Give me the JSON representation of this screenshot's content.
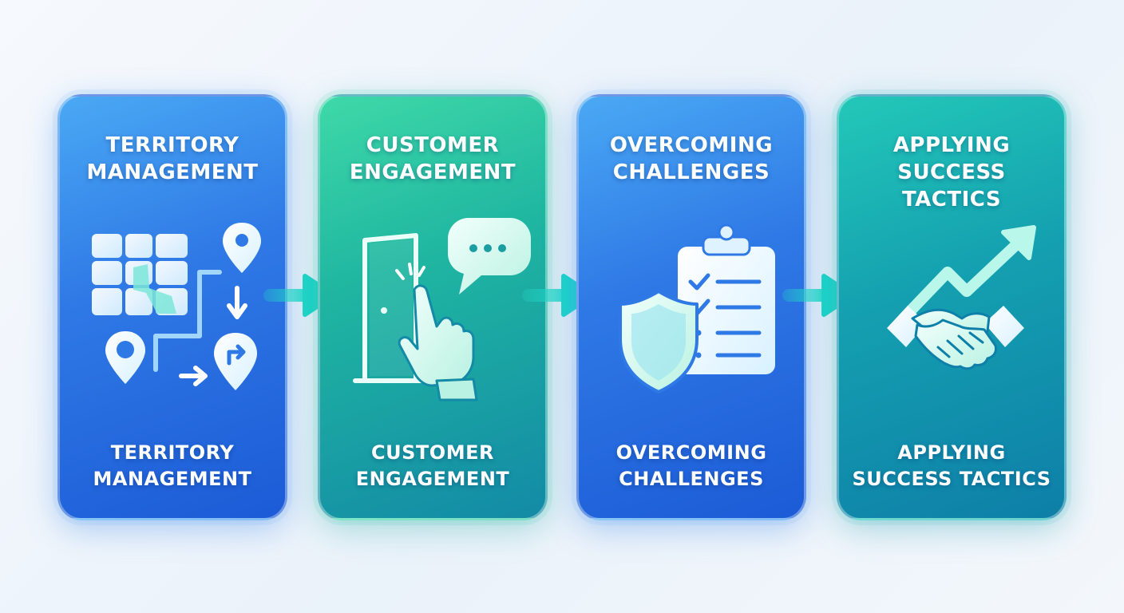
{
  "steps": [
    {
      "title": "TERRITORY\nMANAGEMENT",
      "footer": "TERRITORY\nMANAGEMENT",
      "icon": "territory-map-route-icon",
      "color": "#2f79e6"
    },
    {
      "title": "CUSTOMER\nENGAGEMENT",
      "footer": "CUSTOMER\nENGAGEMENT",
      "icon": "door-knock-chat-icon",
      "color": "#1fb6a1"
    },
    {
      "title": "OVERCOMING\nCHALLENGES",
      "footer": "OVERCOMING\nCHALLENGES",
      "icon": "shield-checklist-icon",
      "color": "#2f79e6"
    },
    {
      "title": "APPLYING\nSUCCESS\nTACTICS",
      "footer": "APPLYING\nSUCCESS TACTICS",
      "icon": "handshake-growth-icon",
      "color": "#149fb0"
    }
  ],
  "connectors": [
    "arrow-right-icon",
    "arrow-right-icon",
    "arrow-right-icon"
  ],
  "colors": {
    "arrow": "#22d3c5",
    "blue": "#2f79e6",
    "teal": "#1fb6a1"
  }
}
